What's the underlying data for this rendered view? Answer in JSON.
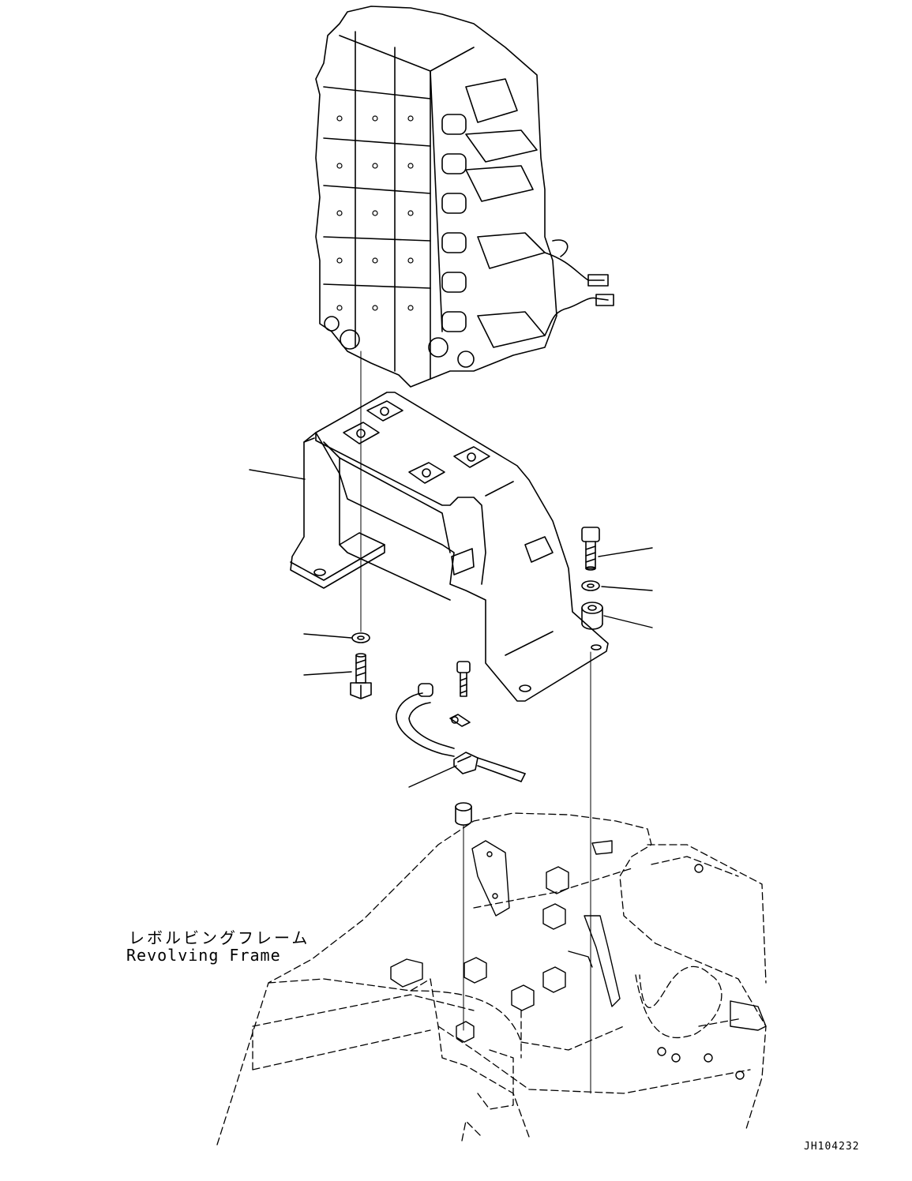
{
  "labels": {
    "revolving_frame_jp": "レボルビングフレーム",
    "revolving_frame_en": "Revolving Frame",
    "drawing_id": "JH104232"
  },
  "colors": {
    "line": "#000000",
    "background": "#ffffff"
  }
}
